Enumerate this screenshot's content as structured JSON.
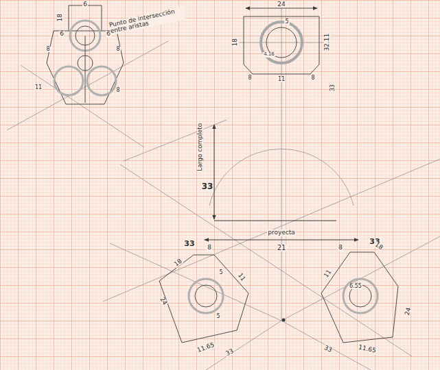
{
  "diagram": {
    "labels": [
      "6",
      "18",
      "6",
      "6",
      "Punto de intersección entre aristas",
      "8",
      "8",
      "11",
      "8",
      "24",
      "5",
      "18",
      "32.11",
      "4.16",
      "8",
      "8",
      "11",
      "Largo completo",
      "33",
      "33",
      "proyecta",
      "21",
      "33",
      "33",
      "18",
      "8",
      "5",
      "11",
      "24",
      "5",
      "11.65",
      "33",
      "18",
      "8",
      "11",
      "6.55",
      "24",
      "11.65",
      "33"
    ]
  }
}
